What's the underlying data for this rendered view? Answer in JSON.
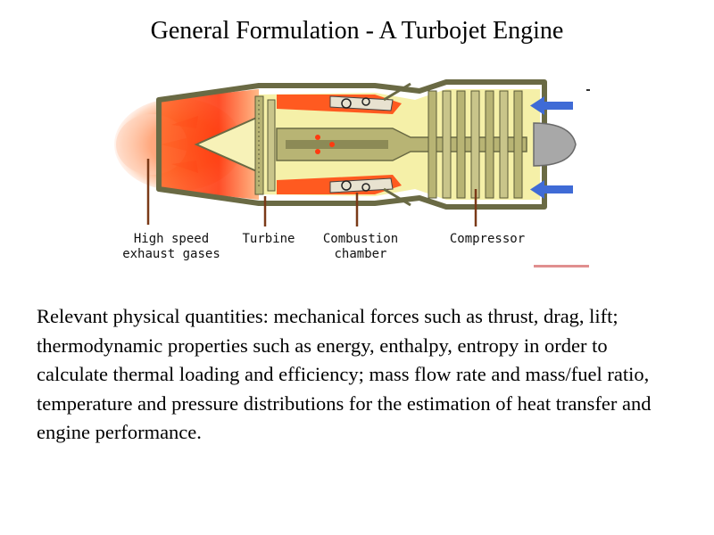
{
  "title": "General Formulation - A Turbojet Engine",
  "diagram": {
    "labels": {
      "exhaust_line1": "High speed",
      "exhaust_line2": "exhaust gases",
      "turbine": "Turbine",
      "combustion_line1": "Combustion",
      "combustion_line2": "chamber",
      "compressor": "Compressor"
    },
    "colors": {
      "casing": "#7a7a54",
      "yellow": "#f5f0a8",
      "olive": "#b8b474",
      "flame": "#ff4a1a",
      "flame_glow": "#ffb27a",
      "spinner": "#a8a8a8",
      "inlet_arrow": "#3f6bd6"
    }
  },
  "body_text": "Relevant physical quantities: mechanical forces such as thrust, drag, lift; thermodynamic properties such as energy, enthalpy, entropy in order to calculate thermal loading and efficiency; mass flow rate and mass/fuel ratio, temperature and pressure distributions for the estimation of heat transfer and engine performance."
}
